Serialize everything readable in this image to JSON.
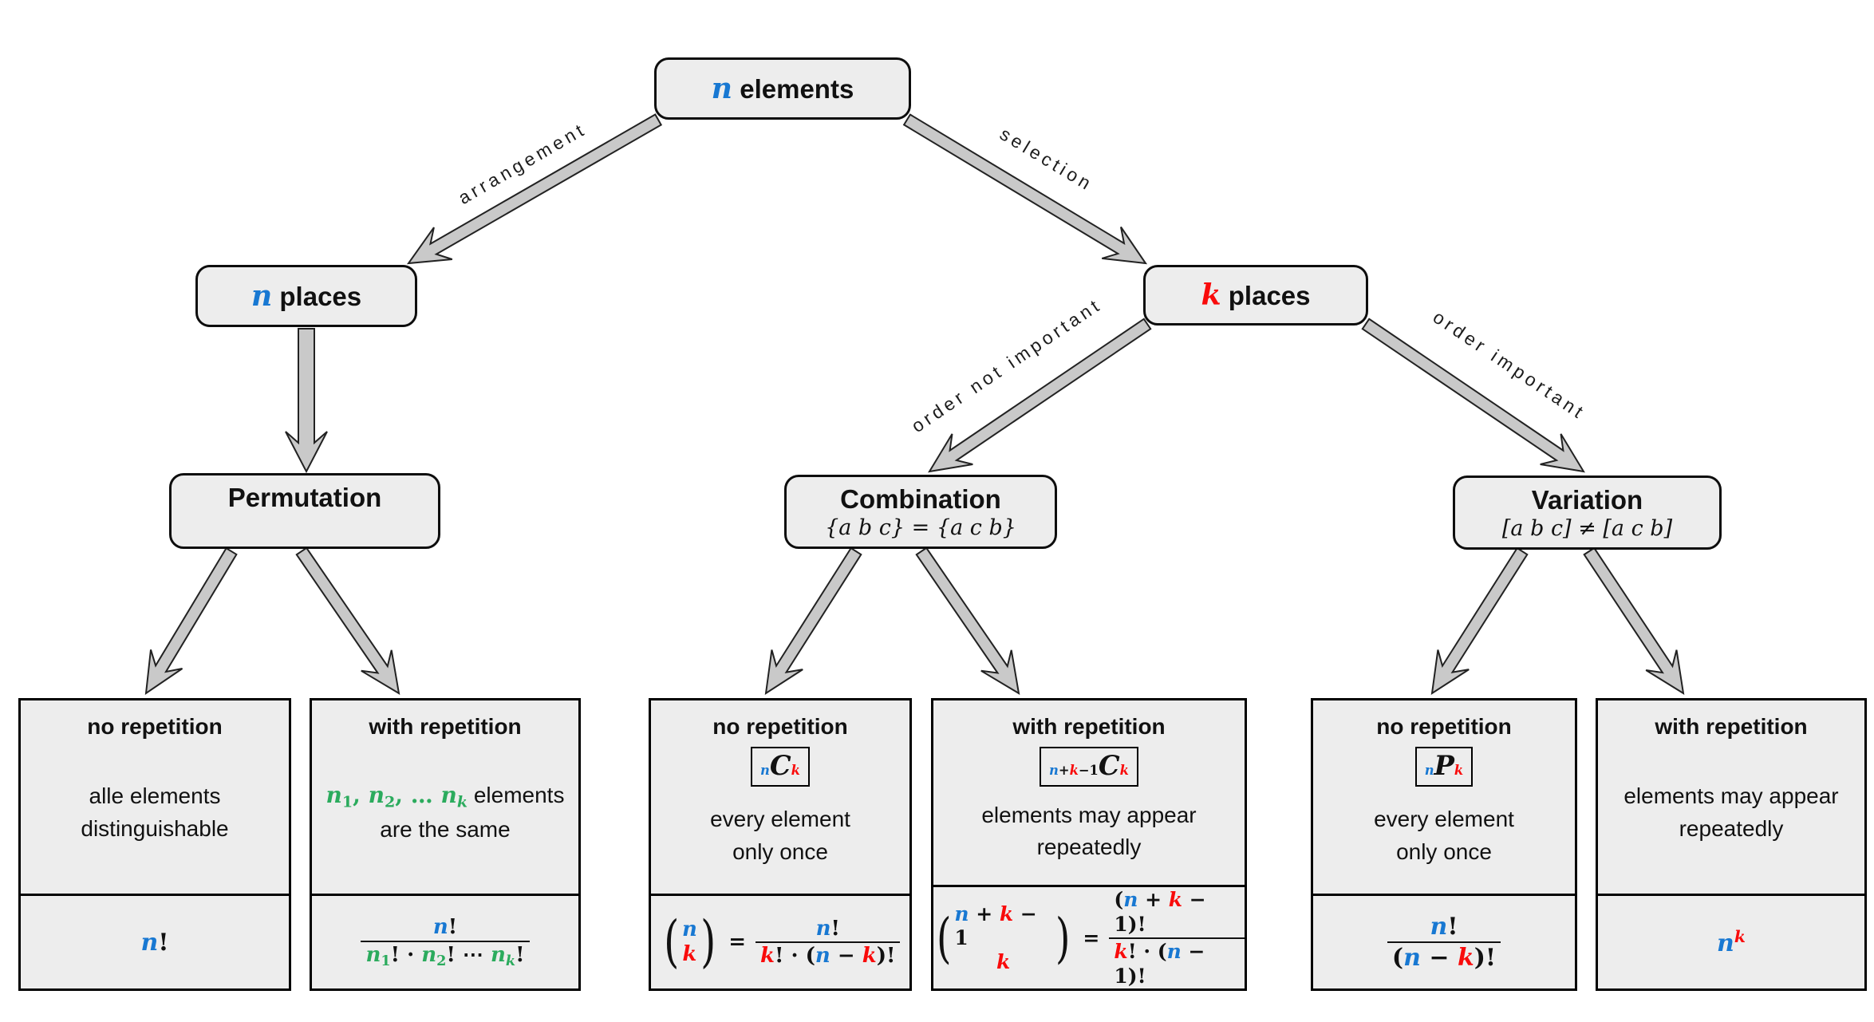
{
  "colors": {
    "blue": "#1878d2",
    "red": "#f90b0b",
    "green": "#2bab5d",
    "box_fill": "#ededed",
    "arrow_fill": "#c9c9c9",
    "border": "#000000"
  },
  "nodes": {
    "root": {
      "segments": [
        {
          "t": "n",
          "c": "blue",
          "i": 1
        },
        {
          "t": " elements"
        }
      ]
    },
    "n_places": {
      "segments": [
        {
          "t": "n",
          "c": "blue",
          "i": 1
        },
        {
          "t": " places"
        }
      ]
    },
    "k_places": {
      "segments": [
        {
          "t": "k",
          "c": "red",
          "i": 1
        },
        {
          "t": " places"
        }
      ]
    },
    "permutation": {
      "title": "Permutation"
    },
    "combination": {
      "title": "Combination",
      "subtitle": "{a b c} = {a c b}"
    },
    "variation": {
      "title": "Variation",
      "subtitle": "[a b c] ≠ [a c b]"
    }
  },
  "edges": {
    "arrangement": "arrangement",
    "selection": "selection",
    "order_not_important": "order not important",
    "order_important": "order important"
  },
  "leaves": [
    {
      "title": "no repetition",
      "desc": [
        [
          {
            "t": "alle elements"
          }
        ],
        [
          {
            "t": "distinguishable"
          }
        ]
      ],
      "formula": {
        "main": [
          {
            "t": "n",
            "c": "blue",
            "i": 1
          },
          {
            "t": "!"
          }
        ]
      }
    },
    {
      "title": "with repetition",
      "desc": [
        [
          {
            "t": "n",
            "c": "green",
            "i": 1
          },
          {
            "t": "1",
            "c": "green",
            "v": "sub"
          },
          {
            "t": ", ",
            "c": "green"
          },
          {
            "t": "n",
            "c": "green",
            "i": 1
          },
          {
            "t": "2",
            "c": "green",
            "v": "sub"
          },
          {
            "t": ", … ",
            "c": "green"
          },
          {
            "t": "n",
            "c": "green",
            "i": 1
          },
          {
            "t": "k",
            "c": "green",
            "v": "sub",
            "i": 1
          },
          {
            "t": " elements"
          }
        ],
        [
          {
            "t": "are the same"
          }
        ]
      ],
      "formula": {
        "num": [
          {
            "t": "n",
            "c": "blue",
            "i": 1
          },
          {
            "t": "!"
          }
        ],
        "den": [
          {
            "t": "n",
            "c": "green",
            "i": 1
          },
          {
            "t": "1",
            "c": "green",
            "v": "sub"
          },
          {
            "t": "! · "
          },
          {
            "t": "n",
            "c": "green",
            "i": 1
          },
          {
            "t": "2",
            "c": "green",
            "v": "sub"
          },
          {
            "t": "! ⋯ "
          },
          {
            "t": "n",
            "c": "green",
            "i": 1
          },
          {
            "t": "k",
            "c": "green",
            "v": "sub",
            "i": 1
          },
          {
            "t": "!"
          }
        ]
      }
    },
    {
      "title": "no repetition",
      "badge": [
        {
          "t": "n",
          "c": "blue",
          "v": "sub",
          "i": 1
        },
        {
          "t": "C",
          "v": "big",
          "i": 1
        },
        {
          "t": "k",
          "c": "red",
          "v": "sub",
          "i": 1
        }
      ],
      "desc": [
        [
          {
            "t": "every element"
          }
        ],
        [
          {
            "t": "only once"
          }
        ]
      ],
      "formula": {
        "binom_top": [
          {
            "t": "n",
            "c": "blue",
            "i": 1
          }
        ],
        "binom_bot": [
          {
            "t": "k",
            "c": "red",
            "i": 1
          }
        ],
        "eq": "=",
        "num": [
          {
            "t": "n",
            "c": "blue",
            "i": 1
          },
          {
            "t": "!"
          }
        ],
        "den": [
          {
            "t": "k",
            "c": "red",
            "i": 1
          },
          {
            "t": "! · ("
          },
          {
            "t": "n",
            "c": "blue",
            "i": 1
          },
          {
            "t": " − "
          },
          {
            "t": "k",
            "c": "red",
            "i": 1
          },
          {
            "t": ")!"
          }
        ]
      }
    },
    {
      "title": "with repetition",
      "badge": [
        {
          "t": "n",
          "c": "blue",
          "v": "sub",
          "i": 1
        },
        {
          "t": "+",
          "v": "sub"
        },
        {
          "t": "k",
          "c": "red",
          "v": "sub",
          "i": 1
        },
        {
          "t": "−1",
          "v": "sub"
        },
        {
          "t": "C",
          "v": "big",
          "i": 1
        },
        {
          "t": "k",
          "c": "red",
          "v": "sub",
          "i": 1
        }
      ],
      "desc": [
        [
          {
            "t": "elements may appear"
          }
        ],
        [
          {
            "t": "repeatedly"
          }
        ]
      ],
      "formula": {
        "binom_top": [
          {
            "t": "n",
            "c": "blue",
            "i": 1
          },
          {
            "t": " + "
          },
          {
            "t": "k",
            "c": "red",
            "i": 1
          },
          {
            "t": " − 1"
          }
        ],
        "binom_bot": [
          {
            "t": "k",
            "c": "red",
            "i": 1
          }
        ],
        "eq": "=",
        "num": [
          {
            "t": "("
          },
          {
            "t": "n",
            "c": "blue",
            "i": 1
          },
          {
            "t": " + "
          },
          {
            "t": "k",
            "c": "red",
            "i": 1
          },
          {
            "t": " − 1)!"
          }
        ],
        "den": [
          {
            "t": "k",
            "c": "red",
            "i": 1
          },
          {
            "t": "! · ("
          },
          {
            "t": "n",
            "c": "blue",
            "i": 1
          },
          {
            "t": " − 1)!"
          }
        ]
      }
    },
    {
      "title": "no repetition",
      "badge": [
        {
          "t": "n",
          "c": "blue",
          "v": "sub",
          "i": 1
        },
        {
          "t": "P",
          "v": "big",
          "i": 1
        },
        {
          "t": "k",
          "c": "red",
          "v": "sub",
          "i": 1
        }
      ],
      "desc": [
        [
          {
            "t": "every element"
          }
        ],
        [
          {
            "t": "only once"
          }
        ]
      ],
      "formula": {
        "num": [
          {
            "t": "n",
            "c": "blue",
            "i": 1
          },
          {
            "t": "!"
          }
        ],
        "den": [
          {
            "t": "("
          },
          {
            "t": "n",
            "c": "blue",
            "i": 1
          },
          {
            "t": " − "
          },
          {
            "t": "k",
            "c": "red",
            "i": 1
          },
          {
            "t": ")!"
          }
        ]
      }
    },
    {
      "title": "with repetition",
      "desc": [
        [
          {
            "t": "elements may appear"
          }
        ],
        [
          {
            "t": "repeatedly"
          }
        ]
      ],
      "formula": {
        "main": [
          {
            "t": "n",
            "c": "blue",
            "i": 1
          },
          {
            "t": "k",
            "c": "red",
            "v": "sup",
            "i": 1
          }
        ]
      }
    }
  ]
}
